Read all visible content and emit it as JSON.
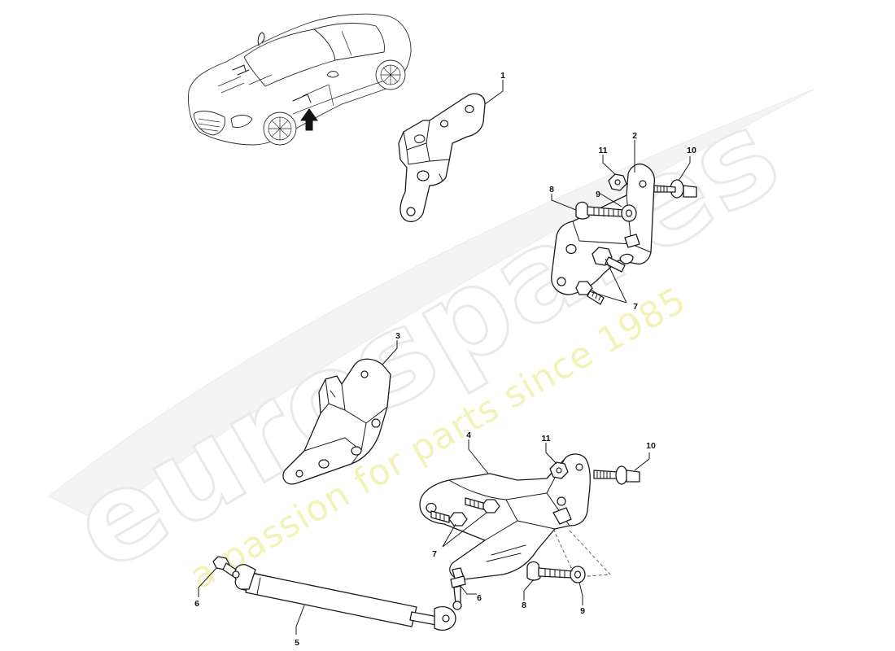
{
  "watermark": {
    "brand": "eurospares",
    "tagline": "a passion for parts since 1985"
  },
  "callouts": [
    {
      "id": "c1a",
      "label": "1"
    },
    {
      "id": "c2a",
      "label": "2"
    },
    {
      "id": "c11a",
      "label": "11"
    },
    {
      "id": "c10a",
      "label": "10"
    },
    {
      "id": "c8a",
      "label": "8"
    },
    {
      "id": "c9a",
      "label": "9"
    },
    {
      "id": "c7a",
      "label": "7"
    },
    {
      "id": "c3a",
      "label": "3"
    },
    {
      "id": "c4a",
      "label": "4"
    },
    {
      "id": "c11b",
      "label": "11"
    },
    {
      "id": "c10b",
      "label": "10"
    },
    {
      "id": "c7b",
      "label": "7"
    },
    {
      "id": "c6a",
      "label": "6"
    },
    {
      "id": "c6b",
      "label": "6"
    },
    {
      "id": "c5a",
      "label": "5"
    },
    {
      "id": "c8b",
      "label": "8"
    },
    {
      "id": "c9b",
      "label": "9"
    }
  ],
  "colors": {
    "line": "#1a1a1a",
    "watermark_outline": "#e9e9e9",
    "watermark_tagline": "#f2f3b8"
  },
  "icons": {
    "locator_arrow": "arrow-up-icon"
  }
}
